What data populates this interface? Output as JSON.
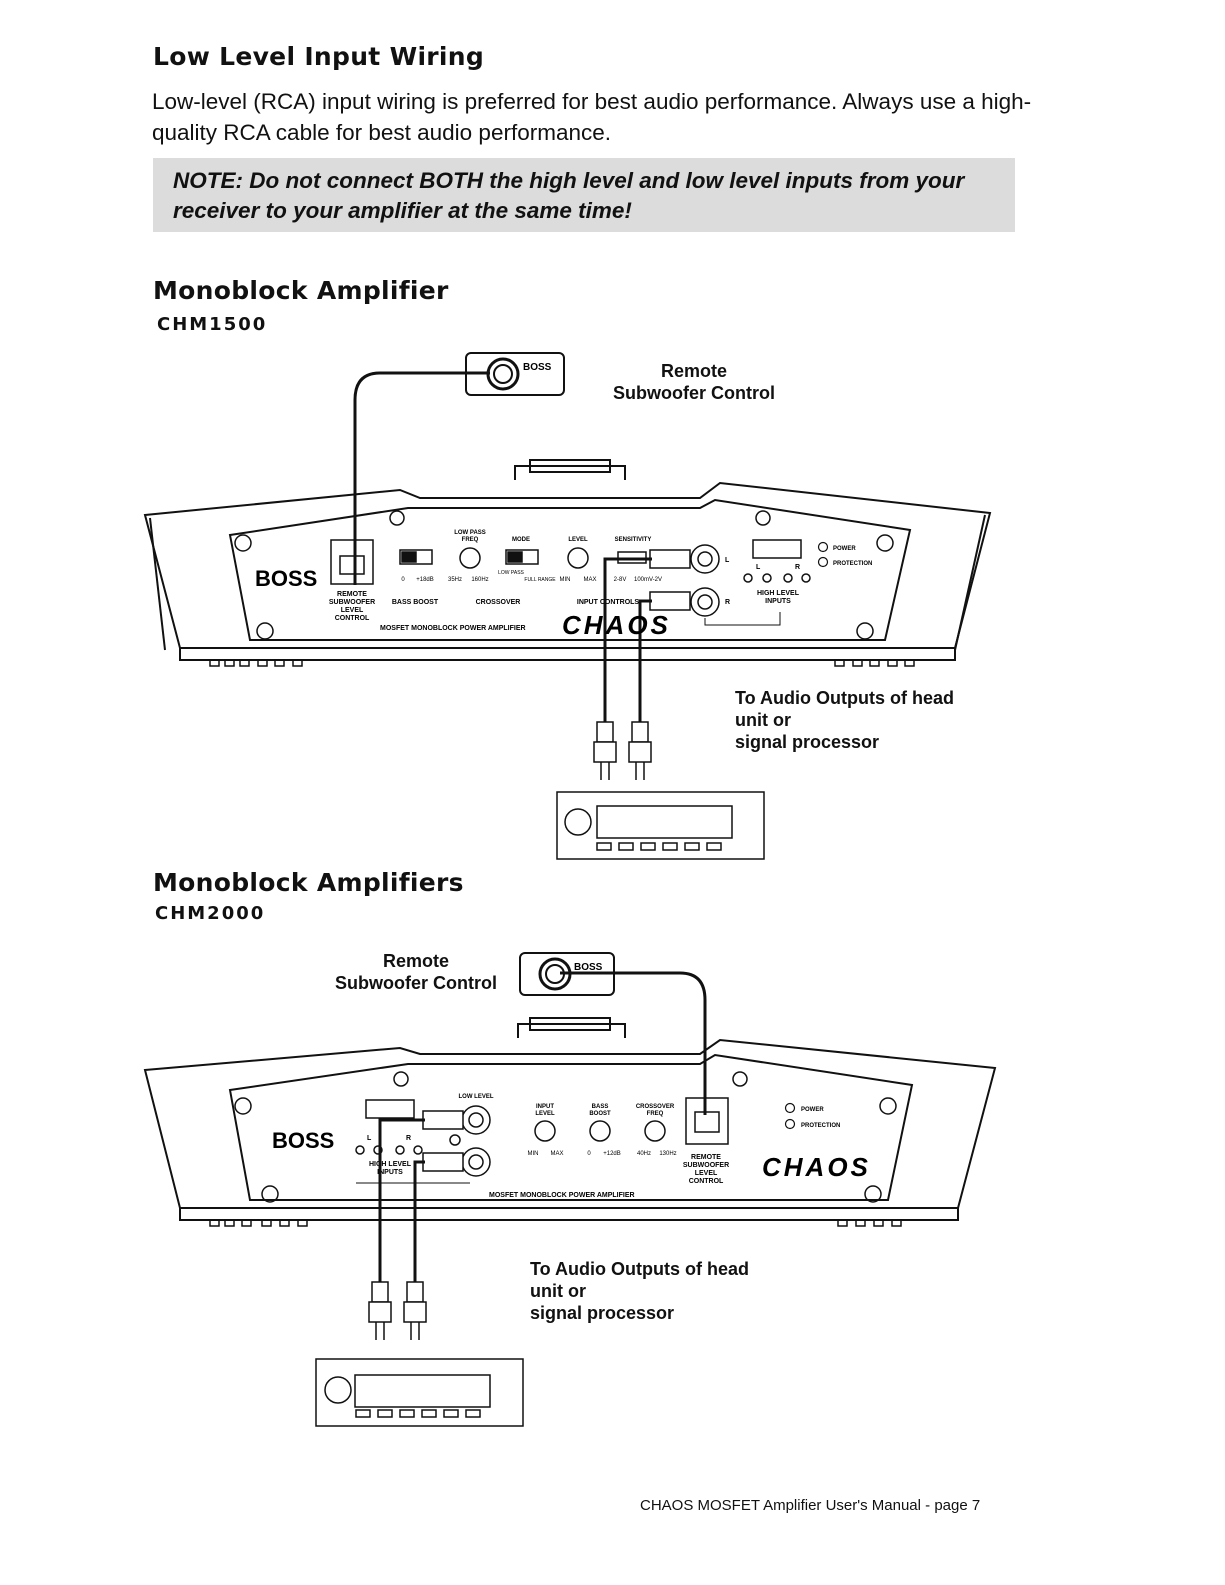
{
  "heading": "Low Level Input Wiring",
  "intro": "Low-level (RCA) input wiring is preferred for best audio performance. Always use a high-quality RCA cable for best audio performance.",
  "note": "NOTE: Do not connect BOTH the high level and low level inputs from your receiver to your amplifier at the same time!",
  "section1": {
    "title": "Monoblock Amplifier",
    "model": "CHM1500",
    "remote_label_1": "Remote",
    "remote_label_2": "Subwoofer Control",
    "outputs_1": "To Audio Outputs of head",
    "outputs_2": "unit or",
    "outputs_3": "signal processor",
    "panel": {
      "brand": "BOSS",
      "remote_sub": [
        "REMOTE",
        "SUBWOOFER",
        "LEVEL",
        "CONTROL"
      ],
      "bass_boost": "BASS BOOST",
      "bb_0": "0",
      "bb_18": "+18dB",
      "lowpass_freq": [
        "LOW PASS",
        "FREQ"
      ],
      "lp_35": "35Hz",
      "lp_160": "160Hz",
      "mode": "MODE",
      "low_pass": "LOW PASS",
      "full_range": "FULL RANGE",
      "crossover": "CROSSOVER",
      "level": "LEVEL",
      "min": "MIN",
      "max": "MAX",
      "sensitivity": "SENSITIVITY",
      "sens_a": "2-8V",
      "sens_b": "100mV-2V",
      "input_controls": "INPUT CONTROLS",
      "ch_l": "L",
      "ch_r": "R",
      "high_level_inputs": [
        "HIGH LEVEL",
        "INPUTS"
      ],
      "power": "POWER",
      "protection": "PROTECTION",
      "mosfet": "MOSFET MONOBLOCK POWER AMPLIFIER",
      "chaos": "CHAOS"
    }
  },
  "section2": {
    "title": "Monoblock Amplifiers",
    "model": "CHM2000",
    "remote_label_1": "Remote",
    "remote_label_2": "Subwoofer Control",
    "outputs_1": "To Audio Outputs of head",
    "outputs_2": "unit or",
    "outputs_3": "signal processor",
    "panel": {
      "brand": "BOSS",
      "low_level": "LOW LEVEL",
      "input_level": [
        "INPUT",
        "LEVEL"
      ],
      "bass_boost": [
        "BASS",
        "BOOST"
      ],
      "crossover_freq": [
        "CROSSOVER",
        "FREQ"
      ],
      "min": "MIN",
      "max": "MAX",
      "bb_0": "0",
      "bb_12": "+12dB",
      "xo_40": "40Hz",
      "xo_130": "130Hz",
      "remote_sub": [
        "REMOTE",
        "SUBWOOFER",
        "LEVEL",
        "CONTROL"
      ],
      "high_level_inputs": [
        "HIGH LEVEL",
        "INPUTS"
      ],
      "ch_l": "L",
      "ch_r": "R",
      "power": "POWER",
      "protection": "PROTECTION",
      "mosfet": "MOSFET MONOBLOCK POWER AMPLIFIER",
      "chaos": "CHAOS"
    }
  },
  "footer": "CHAOS MOSFET Amplifier User's Manual - page 7",
  "colors": {
    "note_bg": "#dcdcdc",
    "ink": "#111111"
  }
}
